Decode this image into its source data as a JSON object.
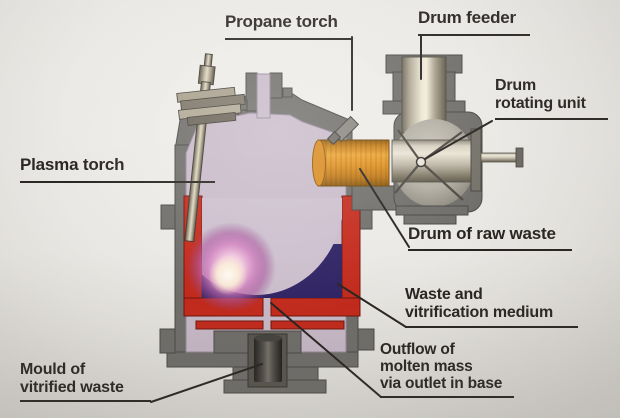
{
  "labels": {
    "propane_torch": {
      "text": "Propane torch"
    },
    "drum_feeder": {
      "text": "Drum feeder"
    },
    "drum_rotating_unit": {
      "line1": "Drum",
      "line2": "rotating unit"
    },
    "plasma_torch": {
      "text": "Plasma torch"
    },
    "drum_of_raw_waste": {
      "text": "Drum of raw waste"
    },
    "waste_vitrification": {
      "line1": "Waste and",
      "line2": "vitrification medium"
    },
    "outflow": {
      "line1": "Outflow of",
      "line2": "molten mass",
      "line3": "via outlet in base"
    },
    "mould": {
      "line1": "Mould of",
      "line2": "vitrified waste"
    }
  },
  "colors": {
    "background": "#e9e7e3",
    "vessel_wall": "#6f6e6a",
    "chamber": "#c9bac9",
    "crucible": "#c4291b",
    "melt": "#2d2163",
    "drum": "#d98a1e",
    "plasma_core": "#fff7e8",
    "plasma_halo": "#bd62aa",
    "metal": "#d8d1bf",
    "ink": "#272320"
  }
}
